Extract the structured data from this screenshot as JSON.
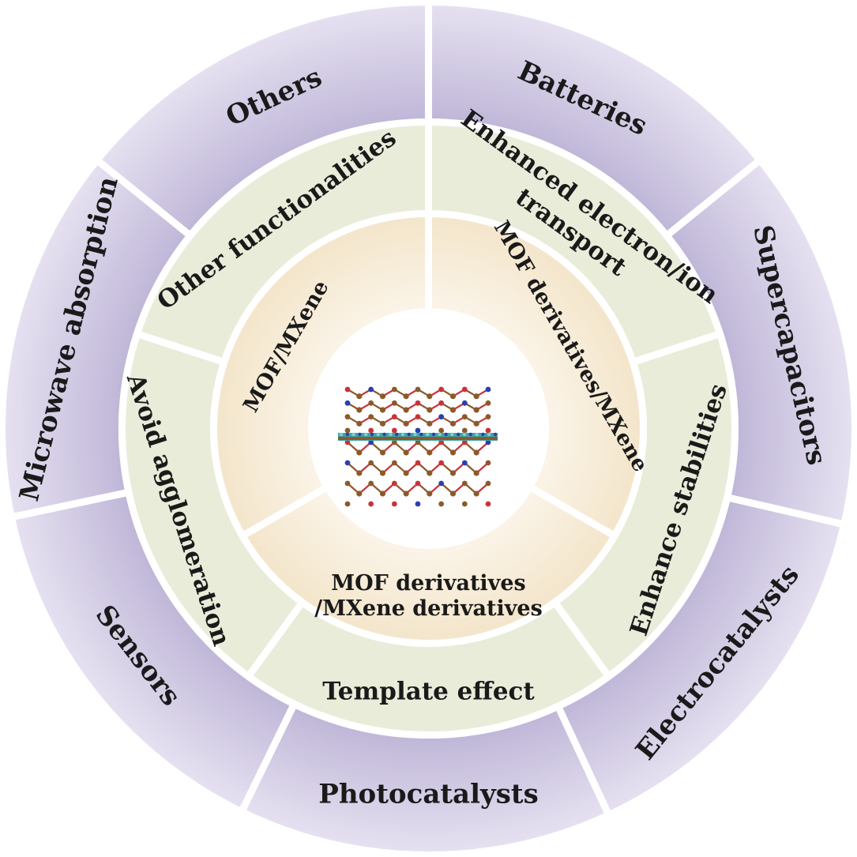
{
  "outer_ring": [
    {
      "label": "Batteries"
    },
    {
      "label": "Supercapacitors"
    },
    {
      "label": "Electrocatalysts"
    },
    {
      "label": "Photocatalysts"
    },
    {
      "label": "Sensors"
    },
    {
      "label": "Microwave absorption"
    },
    {
      "label": "Others"
    }
  ],
  "middle_ring": [
    {
      "lines": [
        "Enhanced electron/ion",
        "transport"
      ]
    },
    {
      "lines": [
        "Enhance stabilities"
      ]
    },
    {
      "lines": [
        "Template effect"
      ]
    },
    {
      "lines": [
        "Avoid agglomeration"
      ]
    },
    {
      "lines": [
        "Other functionalities"
      ]
    }
  ],
  "inner_ring": [
    {
      "lines": [
        "MOF derivatives/MXene"
      ]
    },
    {
      "lines": [
        "MOF derivatives",
        "/MXene derivatives"
      ]
    },
    {
      "lines": [
        "MOF/MXene"
      ]
    }
  ],
  "colors": {
    "outer_ring": "#b9b0d4",
    "outer_ring_light": "#e6e1f1",
    "middle_ring": "#e9ecd9",
    "inner_ring": "#f4e7d0",
    "inner_ring_light": "#faf2e6",
    "center": "#ffffff",
    "separator": "#ffffff",
    "atom_red": "#c8343a",
    "atom_blue": "#2a3fb0",
    "atom_brown": "#8a5a2b",
    "atom_teal": "#3aa7a8"
  },
  "center": {
    "icon": "mof-mxene-structure-icon"
  }
}
